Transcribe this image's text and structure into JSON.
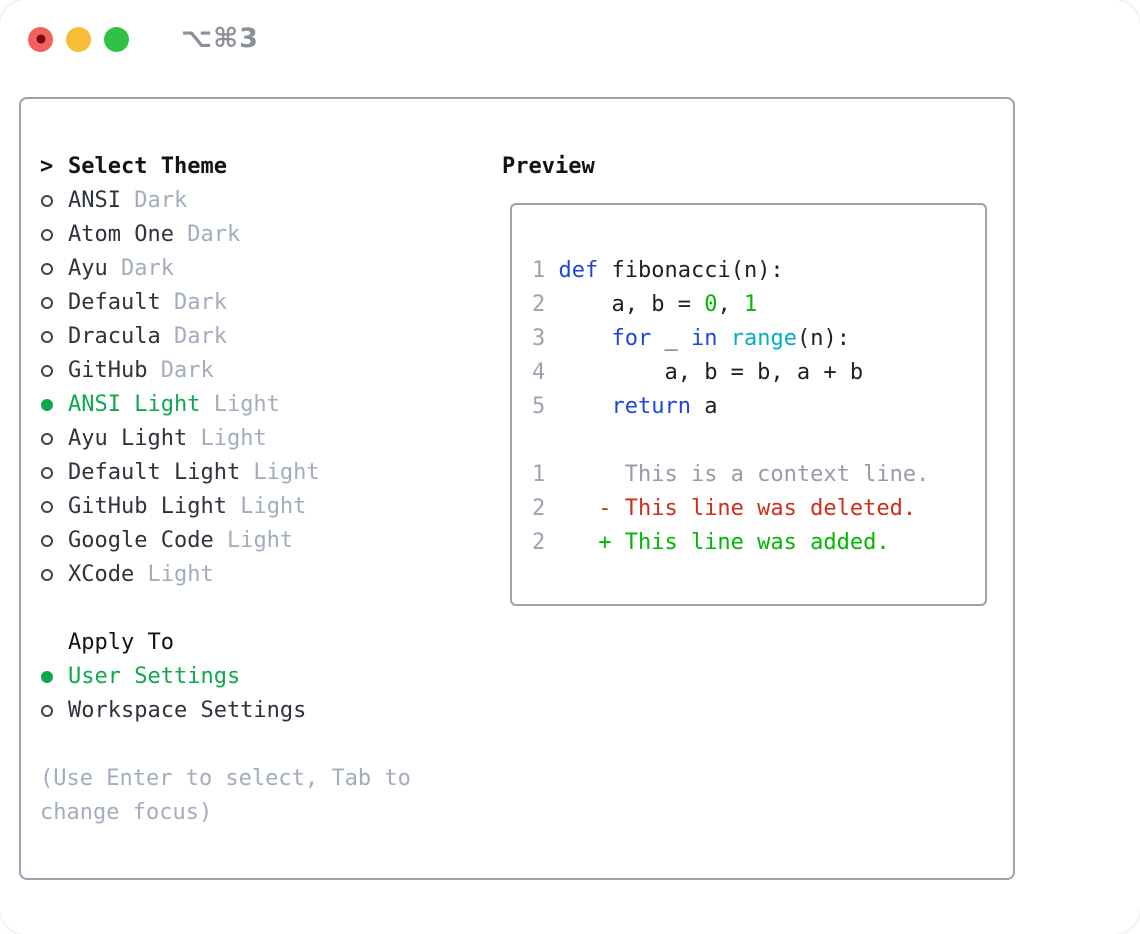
{
  "window": {
    "shortcut_label": "⌥⌘3",
    "traffic_lights": [
      {
        "name": "close",
        "color": "#f4615c"
      },
      {
        "name": "minimize",
        "color": "#f7bd37"
      },
      {
        "name": "zoom",
        "color": "#30c245"
      }
    ]
  },
  "theme_panel": {
    "header": {
      "prefix": ">",
      "label": "Select Theme"
    },
    "themes": [
      {
        "name": "ANSI",
        "variant": "Dark",
        "selected": false
      },
      {
        "name": "Atom One",
        "variant": "Dark",
        "selected": false
      },
      {
        "name": "Ayu",
        "variant": "Dark",
        "selected": false
      },
      {
        "name": "Default",
        "variant": "Dark",
        "selected": false
      },
      {
        "name": "Dracula",
        "variant": "Dark",
        "selected": false
      },
      {
        "name": "GitHub",
        "variant": "Dark",
        "selected": false
      },
      {
        "name": "ANSI Light",
        "variant": "Light",
        "selected": true
      },
      {
        "name": "Ayu Light",
        "variant": "Light",
        "selected": false
      },
      {
        "name": "Default Light",
        "variant": "Light",
        "selected": false
      },
      {
        "name": "GitHub Light",
        "variant": "Light",
        "selected": false
      },
      {
        "name": "Google Code",
        "variant": "Light",
        "selected": false
      },
      {
        "name": "XCode",
        "variant": "Light",
        "selected": false
      }
    ],
    "apply_to": {
      "label": "Apply To",
      "options": [
        {
          "label": "User Settings",
          "selected": true
        },
        {
          "label": "Workspace Settings",
          "selected": false
        }
      ]
    },
    "footer_hint": "(Use Enter to select, Tab to change focus)"
  },
  "preview": {
    "label": "Preview",
    "lines": [
      {
        "num": "1",
        "segments": [
          {
            "t": " ",
            "c": "pl"
          },
          {
            "t": "def",
            "c": "kw"
          },
          {
            "t": " fibonacci(n):",
            "c": "pl"
          }
        ]
      },
      {
        "num": "2",
        "segments": [
          {
            "t": "     a, b = ",
            "c": "pl"
          },
          {
            "t": "0",
            "c": "num"
          },
          {
            "t": ", ",
            "c": "pl"
          },
          {
            "t": "1",
            "c": "num"
          }
        ]
      },
      {
        "num": "3",
        "segments": [
          {
            "t": "     ",
            "c": "pl"
          },
          {
            "t": "for",
            "c": "kw"
          },
          {
            "t": " _ ",
            "c": "pl"
          },
          {
            "t": "in",
            "c": "kw"
          },
          {
            "t": " ",
            "c": "pl"
          },
          {
            "t": "range",
            "c": "fn"
          },
          {
            "t": "(n):",
            "c": "pl"
          }
        ]
      },
      {
        "num": "4",
        "segments": [
          {
            "t": "         a, b = b, a + b",
            "c": "pl"
          }
        ]
      },
      {
        "num": "5",
        "segments": [
          {
            "t": "     ",
            "c": "pl"
          },
          {
            "t": "return",
            "c": "kw"
          },
          {
            "t": " a",
            "c": "pl"
          }
        ]
      },
      {
        "num": "",
        "segments": []
      },
      {
        "num": "1",
        "segments": [
          {
            "t": "      This is a context line.",
            "c": "ctx"
          }
        ]
      },
      {
        "num": "2",
        "segments": [
          {
            "t": "    - This line was deleted.",
            "c": "del"
          }
        ]
      },
      {
        "num": "2",
        "segments": [
          {
            "t": "    + This line was added.",
            "c": "add"
          }
        ]
      }
    ]
  },
  "colors": {
    "accent_green": "#0fa84e",
    "diff_add": "#00b800",
    "diff_del": "#cd2f1c",
    "keyword_blue": "#2145d6",
    "builtin_cyan": "#00aec6",
    "number_green": "#00b800",
    "line_number_gray": "#9aa3b2",
    "muted_gray": "#a3adbb",
    "border_gray": "#9aa2ae"
  }
}
